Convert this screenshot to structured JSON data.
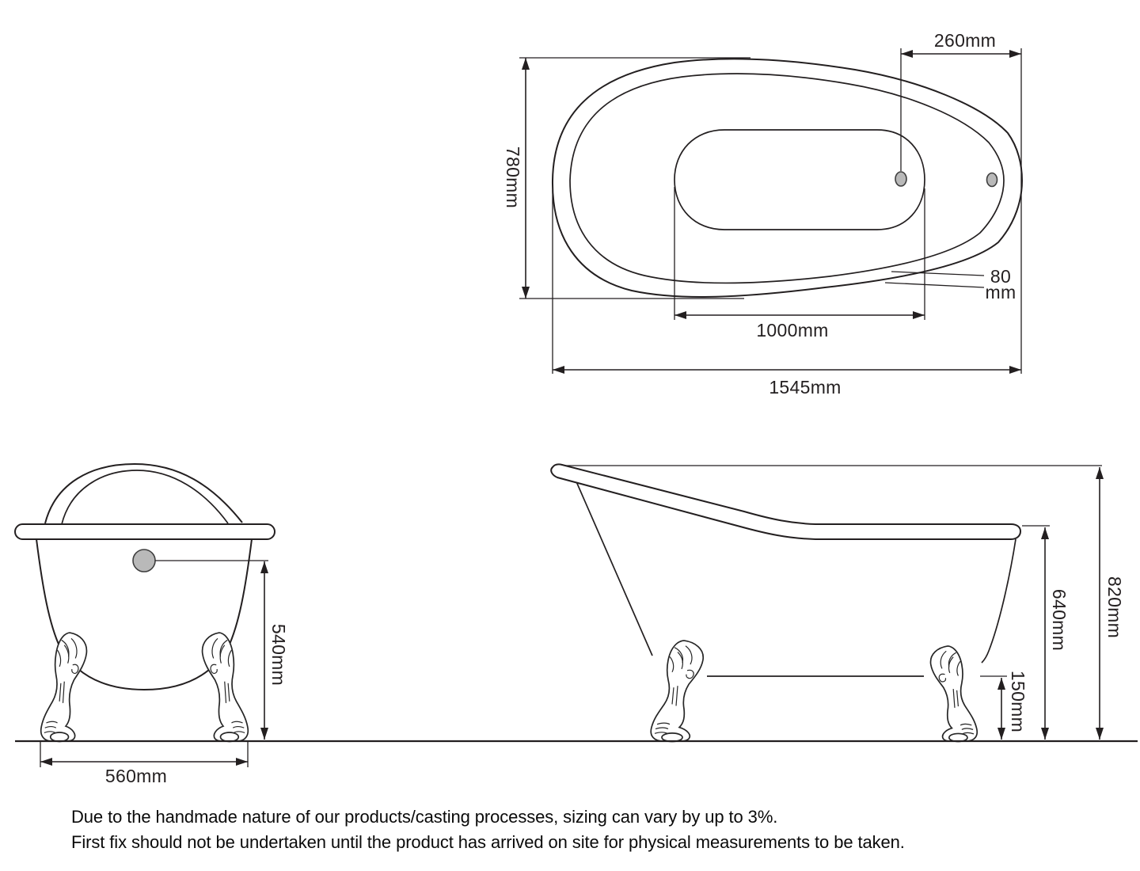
{
  "colors": {
    "line": "#231f20",
    "drain_fill": "#b9b9b9",
    "background": "#ffffff"
  },
  "views": {
    "top": {
      "name": "top plan view of bath",
      "dimensions": {
        "waste_offset": "260mm",
        "overall_width": "780mm",
        "rim_width_line1": "80",
        "rim_width_line2": "mm",
        "basin_length": "1000mm",
        "overall_length": "1545mm"
      }
    },
    "front": {
      "name": "end elevation of bath",
      "dimensions": {
        "floor_to_waste_height": "540mm",
        "feet_spacing": "560mm"
      }
    },
    "side": {
      "name": "side elevation of bath",
      "dimensions": {
        "floor_to_rim_height": "640mm",
        "overall_height": "820mm",
        "floor_clearance": "150mm"
      }
    }
  },
  "notes": {
    "line1": "Due to the handmade nature of our products/casting processes, sizing can vary by up to 3%.",
    "line2": "First fix should not be undertaken until the product has arrived on site for physical measurements to be taken."
  }
}
